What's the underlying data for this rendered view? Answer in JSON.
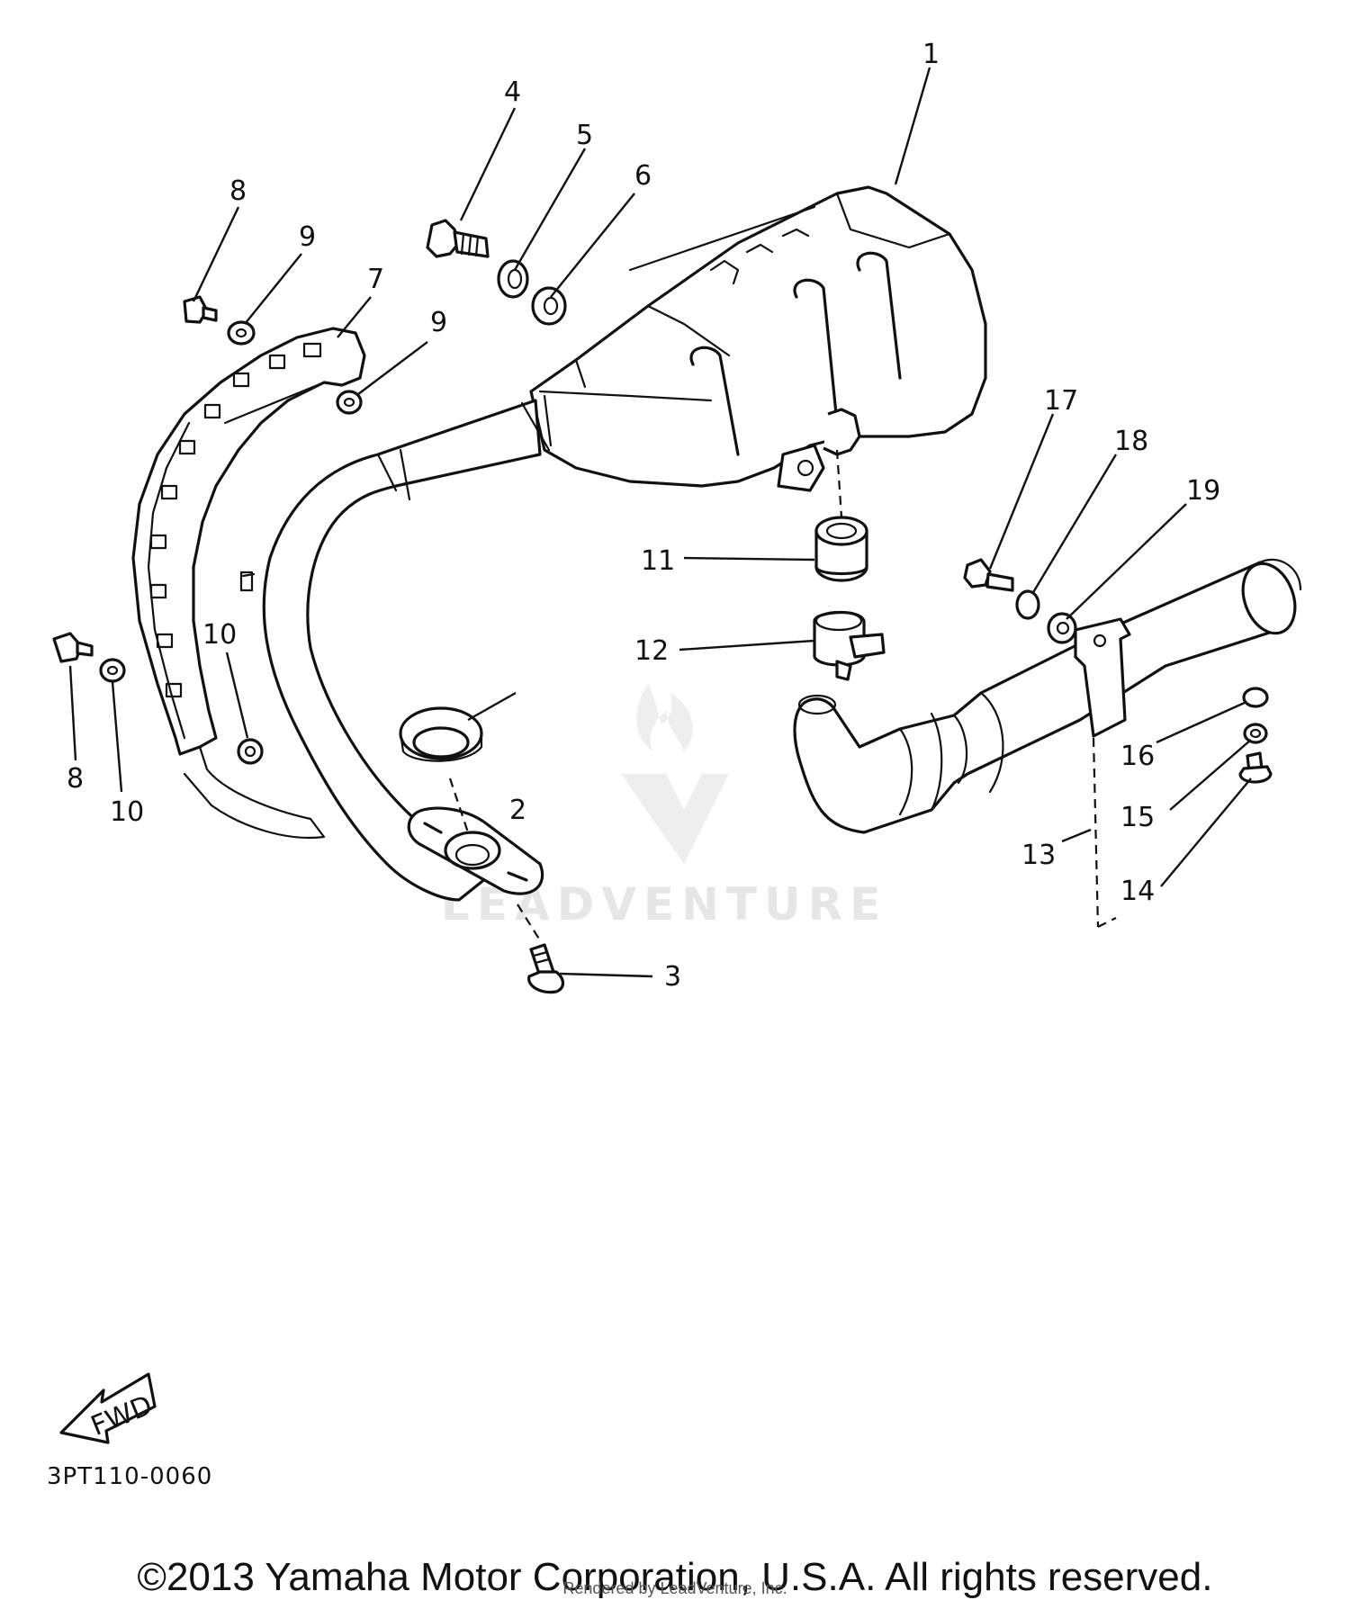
{
  "diagram": {
    "callouts": [
      {
        "id": "c1",
        "label": "1"
      },
      {
        "id": "c2",
        "label": "2"
      },
      {
        "id": "c3",
        "label": "3"
      },
      {
        "id": "c4",
        "label": "4"
      },
      {
        "id": "c5",
        "label": "5"
      },
      {
        "id": "c6",
        "label": "6"
      },
      {
        "id": "c7",
        "label": "7"
      },
      {
        "id": "c8a",
        "label": "8"
      },
      {
        "id": "c8b",
        "label": "8"
      },
      {
        "id": "c9a",
        "label": "9"
      },
      {
        "id": "c9b",
        "label": "9"
      },
      {
        "id": "c10a",
        "label": "10"
      },
      {
        "id": "c10b",
        "label": "10"
      },
      {
        "id": "c11",
        "label": "11"
      },
      {
        "id": "c12",
        "label": "12"
      },
      {
        "id": "c13",
        "label": "13"
      },
      {
        "id": "c14",
        "label": "14"
      },
      {
        "id": "c15",
        "label": "15"
      },
      {
        "id": "c16",
        "label": "16"
      },
      {
        "id": "c17",
        "label": "17"
      },
      {
        "id": "c18",
        "label": "18"
      },
      {
        "id": "c19",
        "label": "19"
      }
    ],
    "fwd_label": "FWD",
    "watermark_text": "LEADVENTURE"
  },
  "footer": {
    "catalog_code": "3PT110-0060",
    "copyright": "©2013 Yamaha Motor Corporation, U.S.A. All rights reserved.",
    "rendered_by": "Rendered by LeadVenture, Inc."
  }
}
